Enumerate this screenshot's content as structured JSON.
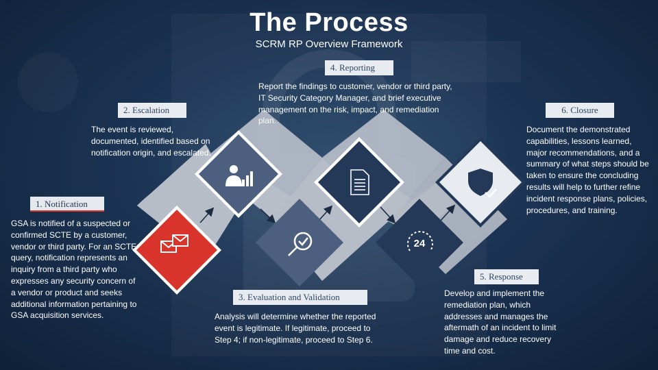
{
  "header": {
    "title": "The Process",
    "subtitle": "SCRM RP Overview Framework"
  },
  "steps": [
    {
      "label": "1. Notification",
      "description": "GSA is notified of a suspected or confirmed SCTE by a customer, vendor or third party. For an SCTE query, notification represents an inquiry from a third party who expresses any security concern of a vendor or product and seeks additional information pertaining to GSA acquisition services.",
      "icon": "envelopes-icon",
      "color": "#d9342b"
    },
    {
      "label": "2. Escalation",
      "description": "The event is reviewed, documented, identified based on notification origin, and escalated.",
      "icon": "person-chart-icon",
      "color": "#4c5f7e"
    },
    {
      "label": "3. Evaluation and Validation",
      "description": "Analysis will determine whether the reported event is legitimate. If legitimate, proceed to Step 4; if non-legitimate, proceed to Step 6.",
      "icon": "magnifier-check-icon",
      "color": "#4c5f7e"
    },
    {
      "label": "4. Reporting",
      "description": "Report the findings to customer, vendor or third party, IT Security Category Manager, and brief executive management on the risk, impact, and remediation plan.",
      "icon": "document-icon",
      "color": "#243858"
    },
    {
      "label": "5. Response",
      "description": "Develop and implement the remediation plan, which addresses and manages the aftermath of an incident to limit damage and reduce recovery time and cost.",
      "icon": "24-hour-icon",
      "icon_text": "24",
      "color": "#243858"
    },
    {
      "label": "6. Closure",
      "description": "Document the demonstrated capabilities, lessons learned, major recommendations, and a summary of what steps should be taken to ensure the concluding results will help to further refine incident response plans, policies, procedures, and training.",
      "icon": "shield-check-icon",
      "color": "#e8ecf1"
    }
  ]
}
